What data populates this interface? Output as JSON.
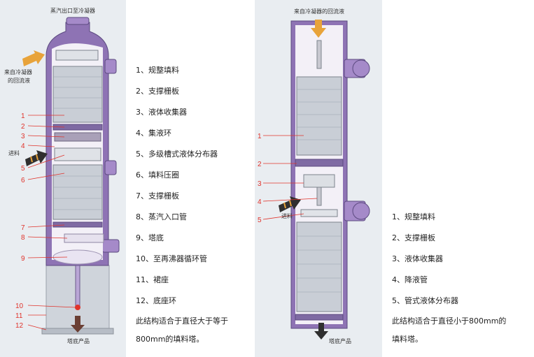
{
  "left_figure": {
    "top_label": "蒸汽出口至冷凝器",
    "side_label_line1": "来自冷凝器",
    "side_label_line2": "的回流液",
    "feed_label": "进料",
    "bottom_label": "塔底产品",
    "callouts": [
      "1",
      "2",
      "3",
      "4",
      "5",
      "6",
      "7",
      "8",
      "9",
      "10",
      "11",
      "12"
    ],
    "legend": [
      "1、规整填料",
      "2、支撑栅板",
      "3、液体收集器",
      "4、集液环",
      "5、多级槽式液体分布器",
      "6、填料压圈",
      "7、支撑栅板",
      "8、蒸汽入口管",
      "9、塔底",
      "10、至再沸器循环管",
      "11、裙座",
      "12、底座环"
    ],
    "note_line1": "此结构适合于直径大于等于",
    "note_line2": "800mm的填料塔。"
  },
  "right_figure": {
    "top_label": "来自冷凝器的回流液",
    "feed_label": "进料",
    "bottom_label": "塔底产品",
    "callouts": [
      "1",
      "2",
      "3",
      "4",
      "5"
    ],
    "legend": [
      "1、规整填料",
      "2、支撑栅板",
      "3、液体收集器",
      "4、降液管",
      "5、管式液体分布器"
    ],
    "note_line1": "此结构适合于直径小于800mm的",
    "note_line2": "填料塔。"
  },
  "colors": {
    "shell": "#8e73b4",
    "shell_light": "#b9a6d6",
    "callout": "#e0332b",
    "arrow": "#e8a33a",
    "packing": "#c9ced6",
    "cavity": "#f3f0f7",
    "skirt": "#cfd4db"
  }
}
